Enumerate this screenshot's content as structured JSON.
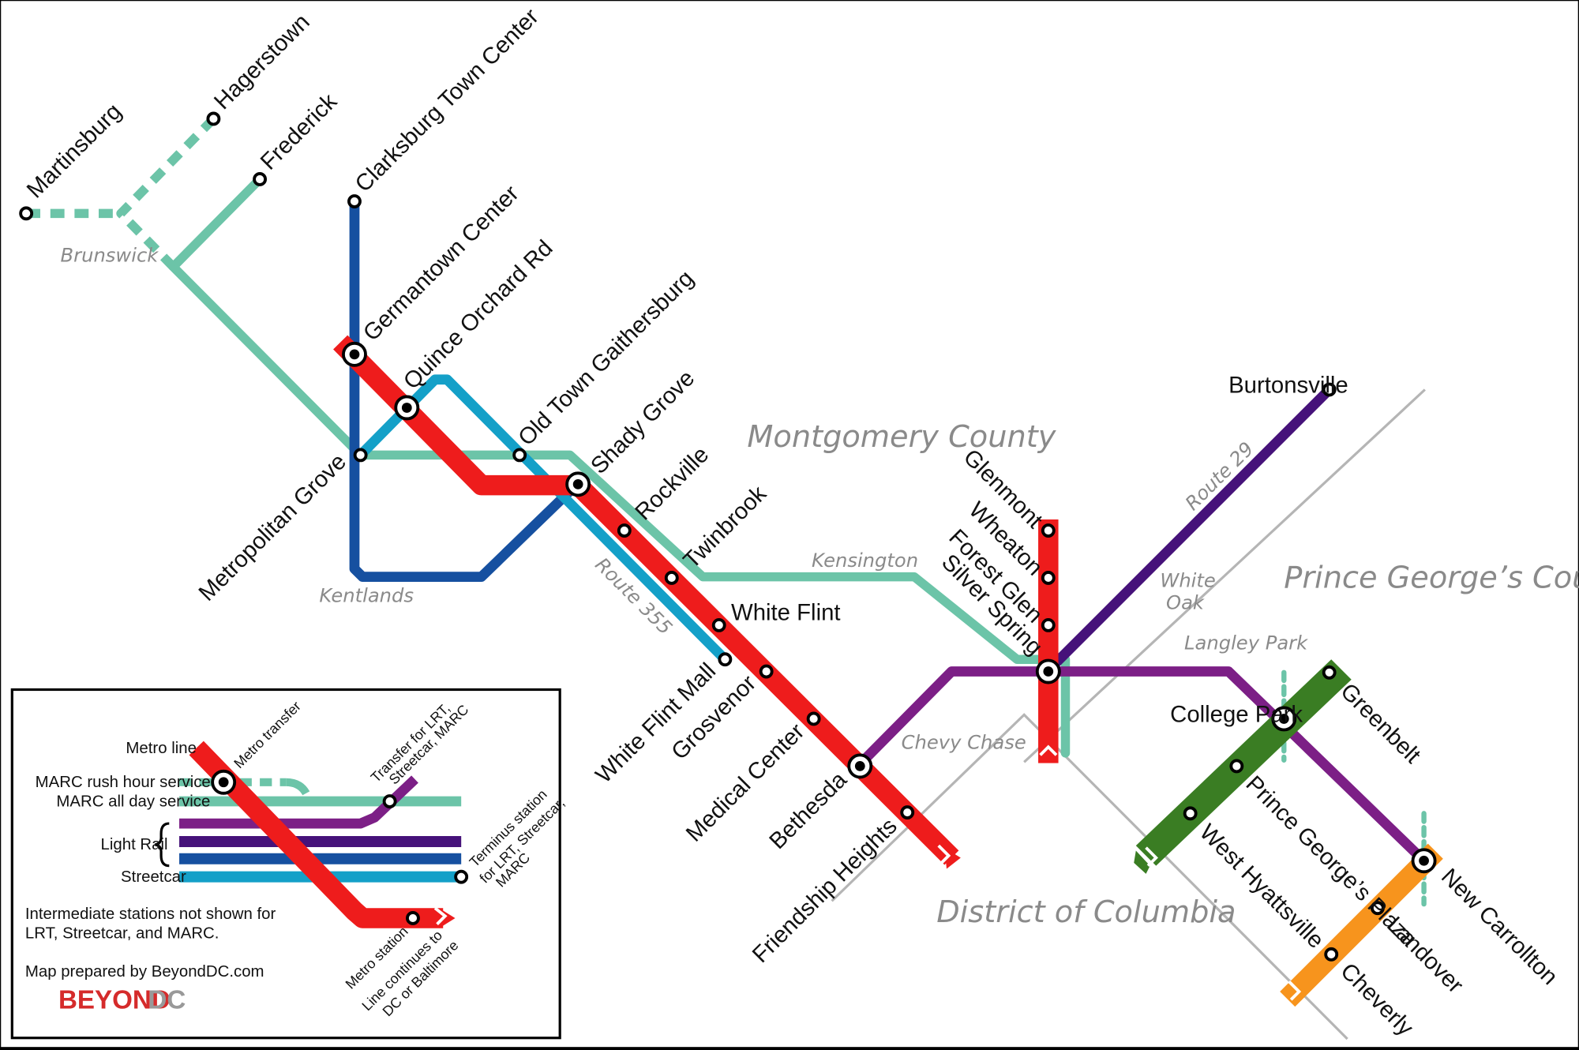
{
  "colors": {
    "background": "#ffffff",
    "border": "#000000",
    "metro_red": "#ee1c1c",
    "marc_teal": "#6cc4a8",
    "lrt_navy": "#1650a0",
    "lrt_purple": "#7c1f86",
    "lrt_indigo": "#46127a",
    "streetcar_cyan": "#14a0c8",
    "green_line": "#3a7d23",
    "orange_line": "#f7941d",
    "boundary_grey": "#b5b5b5",
    "label_grey": "#8a8a8a"
  },
  "regions": {
    "montgomery": "Montgomery County",
    "prince_georges": "Prince George’s County",
    "dc": "District of Columbia"
  },
  "notes": {
    "brunswick": "Brunswick",
    "kentlands": "Kentlands",
    "route355": "Route 355",
    "kensington": "Kensington",
    "chevy_chase": "Chevy Chase",
    "route29": "Route 29",
    "white": "White",
    "oak": "Oak",
    "langley_park": "Langley Park"
  },
  "stations": {
    "martinsburg": "Martinsburg",
    "hagerstown": "Hagerstown",
    "frederick": "Frederick",
    "clarksburg": "Clarksburg Town Center",
    "germantown": "Germantown Center",
    "quince_orchard": "Quince Orchard Rd",
    "old_town": "Old Town Gaithersburg",
    "shady_grove": "Shady Grove",
    "metropolitan_grove": "Metropolitan Grove",
    "rockville": "Rockville",
    "twinbrook": "Twinbrook",
    "white_flint": "White Flint",
    "white_flint_mall": "White Flint Mall",
    "grosvenor": "Grosvenor",
    "medical_center": "Medical Center",
    "bethesda": "Bethesda",
    "friendship_heights": "Friendship Heights",
    "glenmont": "Glenmont",
    "wheaton": "Wheaton",
    "forest_glen": "Forest Glen",
    "silver_spring": "Silver Spring",
    "burtonsville": "Burtonsville",
    "college_park": "College Park",
    "greenbelt": "Greenbelt",
    "prince_georges_plaza": "Prince George’s Plaza",
    "west_hyattsville": "West Hyattsville",
    "new_carrollton": "New Carrollton",
    "landover": "Landover",
    "cheverly": "Cheverly"
  },
  "legend": {
    "metro_line": "Metro line",
    "metro_transfer": "Metro transfer",
    "marc_rush": "MARC rush hour service",
    "marc_all_day": "MARC all day service",
    "transfer_lrt_1": "Transfer for LRT,",
    "transfer_lrt_2": "Streetcar, MARC",
    "light_rail": "Light Rail",
    "streetcar": "Streetcar",
    "terminus_1": "Terminus station",
    "terminus_2": "for LRT, Streetcar,",
    "terminus_3": "MARC",
    "metro_station": "Metro station",
    "line_continues_1": "Line continues to",
    "line_continues_2": "DC or Baltimore",
    "intermediate_1": "Intermediate stations not shown for",
    "intermediate_2": "LRT, Streetcar, and MARC.",
    "prepared_by": "Map prepared by BeyondDC.com",
    "logo_beyond": "BEYOND",
    "logo_dc": "DC"
  }
}
